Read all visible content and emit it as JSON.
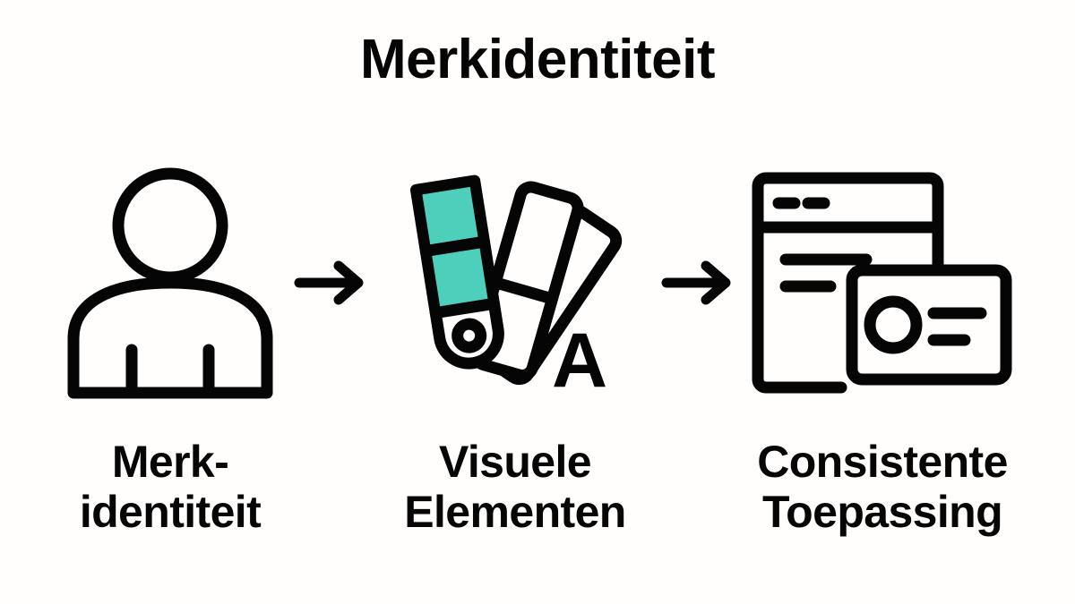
{
  "page": {
    "title": "Merkidentiteit",
    "background_color": "#fffefc",
    "ink_color": "#050505",
    "accent_color": "#4ecfbc"
  },
  "diagram": {
    "type": "process-flow",
    "direction": "left-to-right",
    "steps": [
      {
        "icon": "person-icon",
        "label": "Merk-\nidentiteit",
        "label_line1": "Merk-",
        "label_line2": "identiteit"
      },
      {
        "icon": "color-swatch-fan-icon",
        "label": "Visuele\nElementen",
        "label_line1": "Visuele",
        "label_line2": "Elementen",
        "glyph": "A",
        "swatch_colors": [
          "#4ecfbc",
          "#4ecfbc",
          "#ffffff"
        ]
      },
      {
        "icon": "browser-window-and-card-icon",
        "label": "Consistente\nToepassing",
        "label_line1": "Consistente",
        "label_line2": "Toepassing"
      }
    ],
    "connectors": [
      {
        "icon": "arrow-right-icon"
      },
      {
        "icon": "arrow-right-icon"
      }
    ]
  }
}
